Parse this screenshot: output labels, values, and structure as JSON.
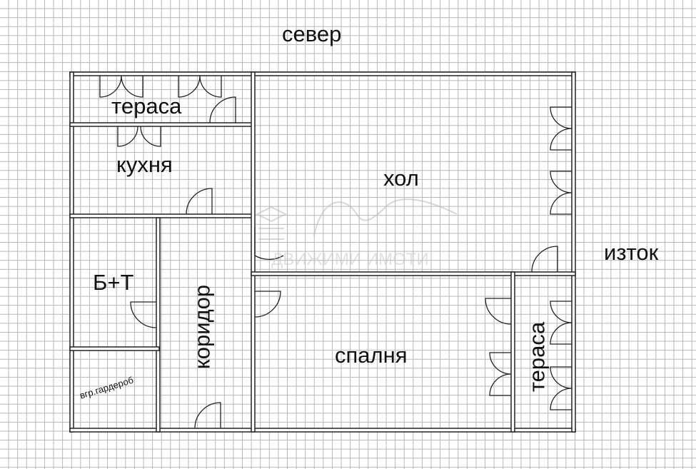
{
  "compass": {
    "north": "север",
    "east": "изток"
  },
  "rooms": {
    "terrace_north": "тераса",
    "kitchen": "кухня",
    "hall": "хол",
    "bathroom": "Б+Т",
    "wardrobe": "вгр.гардероб",
    "corridor": "коридор",
    "bedroom": "спалня",
    "terrace_east": "тераса"
  },
  "watermark": {
    "text": "ДВИЖИМИ ИМОТИ"
  },
  "colors": {
    "wall": "#222222",
    "wall_fill": "#ffffff",
    "grid": "#b5b5b5",
    "label": "#111111"
  }
}
